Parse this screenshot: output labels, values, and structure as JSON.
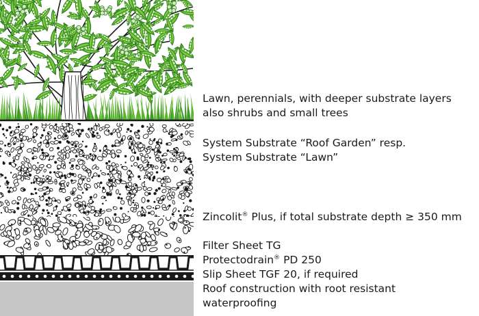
{
  "labels": {
    "vegetation": {
      "line1": "Lawn, perennials, with deeper substrate layers",
      "line2": "also shrubs and small trees"
    },
    "substrate": {
      "line1": "System Substrate “Roof Garden” resp.",
      "line2": "System Substrate “Lawn”"
    },
    "zincolit": {
      "name": "Zincolit",
      "mark": "®",
      "rest": " Plus, if total substrate depth ≥ 350 mm"
    },
    "filter_sheet": "Filter Sheet TG",
    "protectodrain": {
      "name": "Protectodrain",
      "mark": "®",
      "rest": " PD 250"
    },
    "slip_sheet": "Slip Sheet TGF 20, if required",
    "roof": {
      "line1": "Roof construction with root resistant",
      "line2": "waterproofing"
    }
  },
  "colors": {
    "leaf": "#7ac943",
    "leaf_dark": "#2e7d1e",
    "grass": "#5cb531",
    "outline": "#1a1a1a",
    "roof": "#c6c6c6",
    "background": "#ffffff"
  }
}
